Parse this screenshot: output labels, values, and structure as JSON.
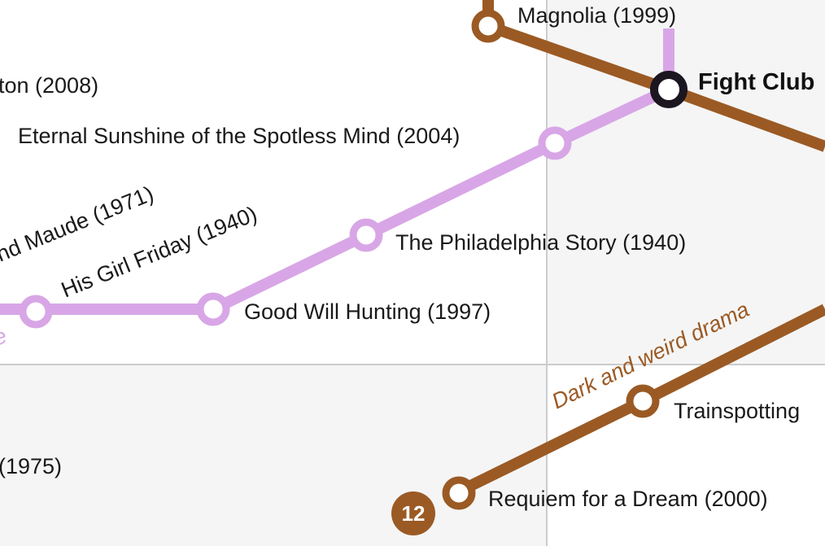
{
  "colors": {
    "background": "#ffffff",
    "grid": "#cccccc",
    "quadrant_shade": "#f5f5f5",
    "purple_line": "#d8a6e6",
    "brown_line": "#9b5a24",
    "hub_stroke": "#1b1620",
    "text": "#1a1a1a"
  },
  "lines": {
    "dark_weird_drama": {
      "name": "Dark and weird drama",
      "badge": "12"
    },
    "purple_partial_name": "e"
  },
  "stations": {
    "magnolia": "Magnolia (1999)",
    "fight_club": "Fight Club",
    "button_partial": "ton (2008)",
    "eternal_sunshine": "Eternal Sunshine of the Spotless Mind (2004)",
    "harold_maude_partial": "nd Maude (1971)",
    "his_girl_friday": "His Girl Friday (1940)",
    "philadelphia_story": "The Philadelphia Story (1940)",
    "good_will_hunting": "Good Will Hunting (1997)",
    "trainspotting_partial": "Trainspotting",
    "year_1975_partial": "(1975)",
    "requiem": "Requiem for a Dream (2000)"
  }
}
